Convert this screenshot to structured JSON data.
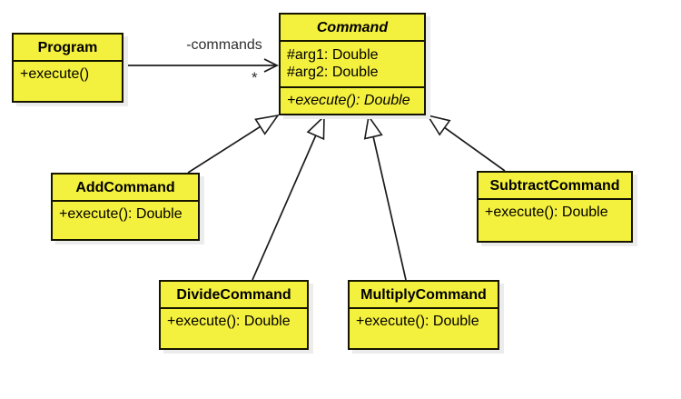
{
  "diagram": {
    "background": "#ffffff",
    "colors": {
      "class_fill": "#F4F03E",
      "border": "#141400",
      "shadow": "#ececec",
      "line": "#1c1c1c"
    },
    "classes": [
      {
        "id": "program",
        "name": "Program",
        "abstract": false,
        "attributes": [],
        "methods": [
          "+execute()"
        ]
      },
      {
        "id": "command",
        "name": "Command",
        "abstract": true,
        "attributes": [
          "#arg1: Double",
          "#arg2: Double"
        ],
        "methods": [
          "+execute(): Double"
        ]
      },
      {
        "id": "add",
        "name": "AddCommand",
        "abstract": false,
        "attributes": [],
        "methods": [
          "+execute(): Double"
        ]
      },
      {
        "id": "divide",
        "name": "DivideCommand",
        "abstract": false,
        "attributes": [],
        "methods": [
          "+execute(): Double"
        ]
      },
      {
        "id": "multiply",
        "name": "MultiplyCommand",
        "abstract": false,
        "attributes": [],
        "methods": [
          "+execute(): Double"
        ]
      },
      {
        "id": "subtract",
        "name": "SubtractCommand",
        "abstract": false,
        "attributes": [],
        "methods": [
          "+execute(): Double"
        ]
      }
    ],
    "association": {
      "from": "Program",
      "to": "Command",
      "label": "-commands",
      "multiplicity": "*"
    },
    "generalizations": [
      {
        "from": "AddCommand",
        "to": "Command"
      },
      {
        "from": "DivideCommand",
        "to": "Command"
      },
      {
        "from": "MultiplyCommand",
        "to": "Command"
      },
      {
        "from": "SubtractCommand",
        "to": "Command"
      }
    ]
  }
}
